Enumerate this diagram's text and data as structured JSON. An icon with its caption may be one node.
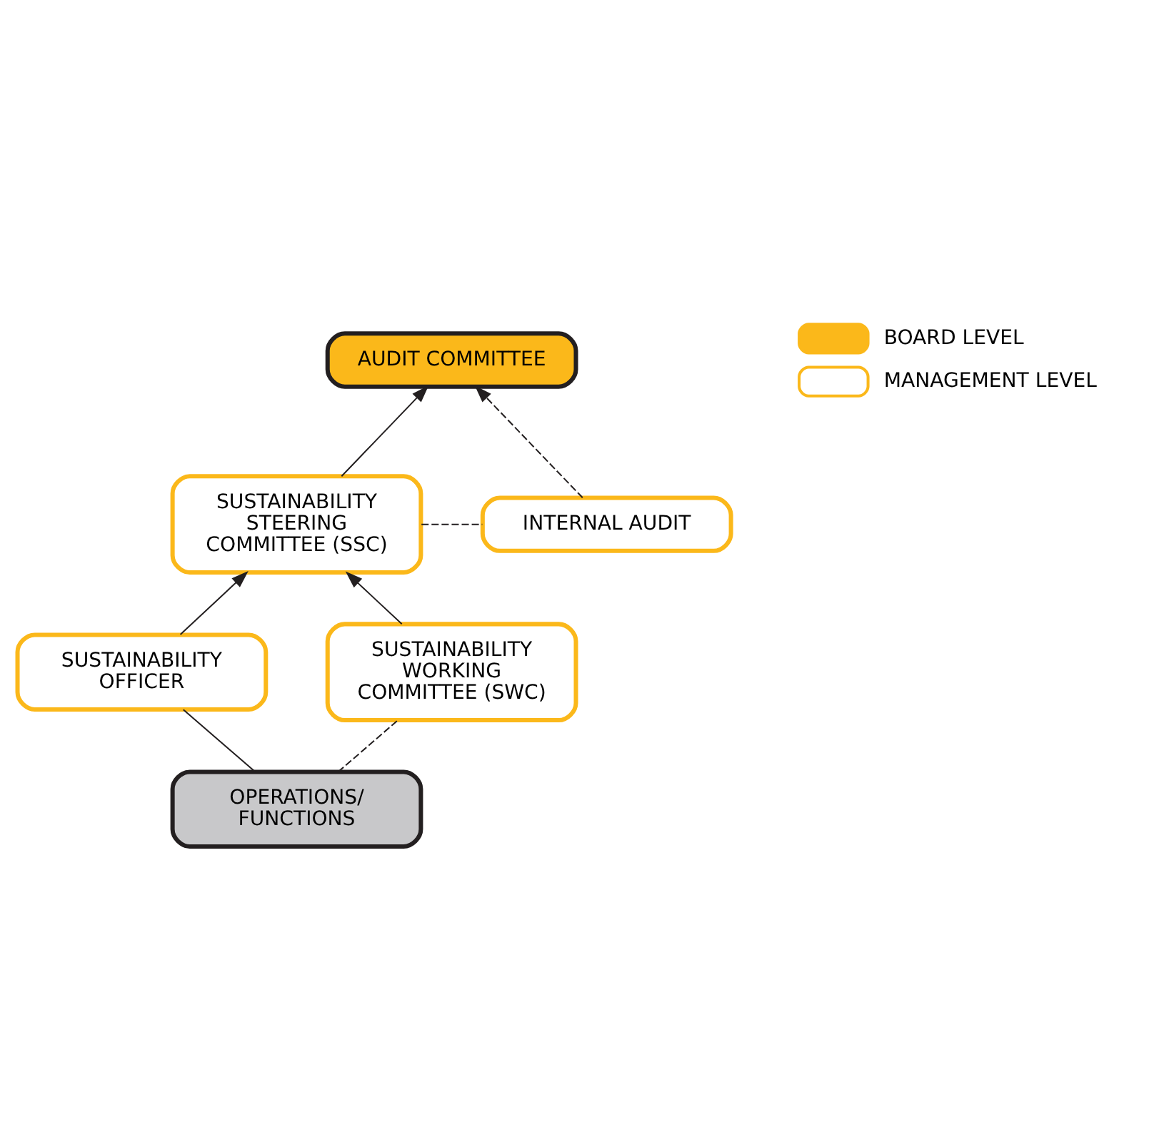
{
  "diagram": {
    "nodes": [
      {
        "text": [
          "AUDIT COMMITTEE"
        ]
      },
      {
        "text": [
          "INTERNAL AUDIT"
        ]
      },
      {
        "text": [
          "SUSTAINABILITY STEERING COMMITTEE (SSC)"
        ]
      },
      {
        "text": [
          "SUSTAINABILITY OFFICER"
        ]
      },
      {
        "text": [
          "SUSTAINABILITY WORKING COMMITTEE (SWC)"
        ]
      },
      {
        "text": [
          "OPERATIONS/ FUNCTIONS"
        ]
      }
    ],
    "edges": [
      {
        "from": 1,
        "to": 0,
        "arrow": "to",
        "style": "dashed"
      },
      {
        "from": 2,
        "to": 1,
        "arrow": "none",
        "style": "dashed"
      },
      {
        "from": 2,
        "to": 0,
        "arrow": "to"
      },
      {
        "from": 4,
        "to": 2,
        "arrow": "to"
      },
      {
        "from": 3,
        "to": 2,
        "arrow": "to"
      },
      {
        "from": 5,
        "to": 4,
        "arrow": "none",
        "style": "dashed"
      },
      {
        "from": 5,
        "to": 3,
        "arrow": "none"
      }
    ],
    "legend": [
      {
        "text": "BOARD LEVEL",
        "color": "#fbb81a"
      },
      {
        "text": "MANAGEMENT LEVEL",
        "color": "#ffffff"
      }
    ]
  }
}
